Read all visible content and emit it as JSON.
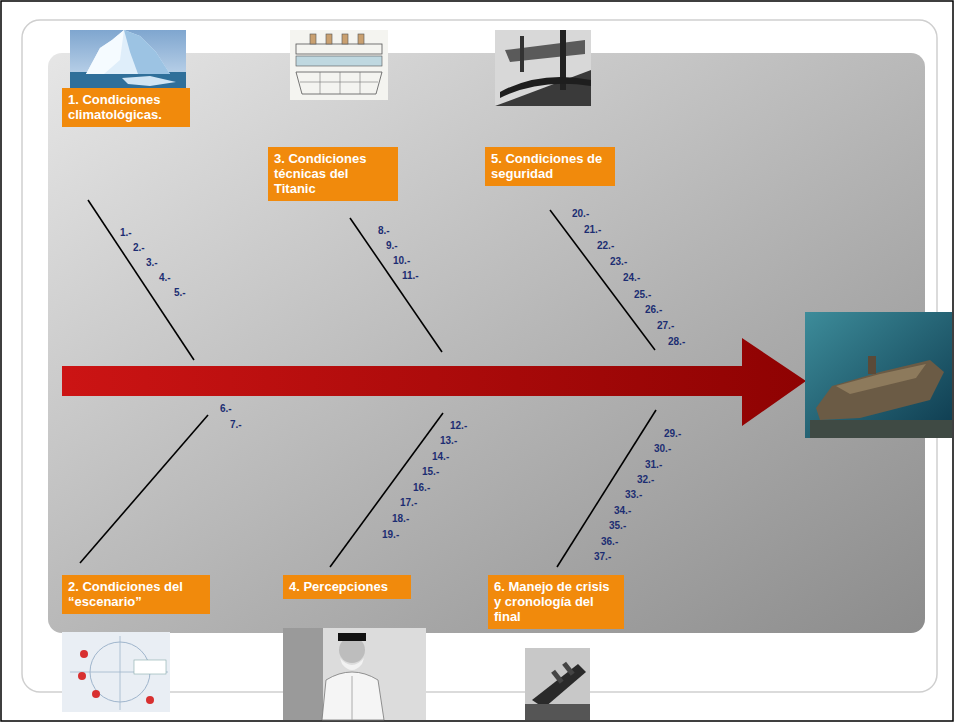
{
  "diagram": {
    "nodes": [
      {
        "text": [
          "1. Condiciones climatológicas."
        ]
      },
      {
        "text": [
          "3. Condiciones técnicas del Titanic"
        ]
      },
      {
        "text": [
          "5. Condiciones de seguridad"
        ]
      },
      {
        "text": [
          "2. Condiciones del “escenario”"
        ]
      },
      {
        "text": [
          "4. Percepciones"
        ]
      },
      {
        "text": [
          "6. Manejo de crisis y cronología del final"
        ]
      }
    ],
    "labels": [
      "1.-",
      "2.-",
      "3.-",
      "4.-",
      "5.-",
      "6.-",
      "7.-",
      "8.-",
      "9.-",
      "10.-",
      "11.-",
      "12.-",
      "13.-",
      "14.-",
      "15.-",
      "16.-",
      "17.-",
      "18.-",
      "19.-",
      "20.-",
      "21.-",
      "22.-",
      "23.-",
      "24.-",
      "25.-",
      "26.-",
      "27.-",
      "28.-",
      "29.-",
      "30.-",
      "31.-",
      "32.-",
      "33.-",
      "34.-",
      "35.-",
      "36.-",
      "37.-"
    ]
  }
}
